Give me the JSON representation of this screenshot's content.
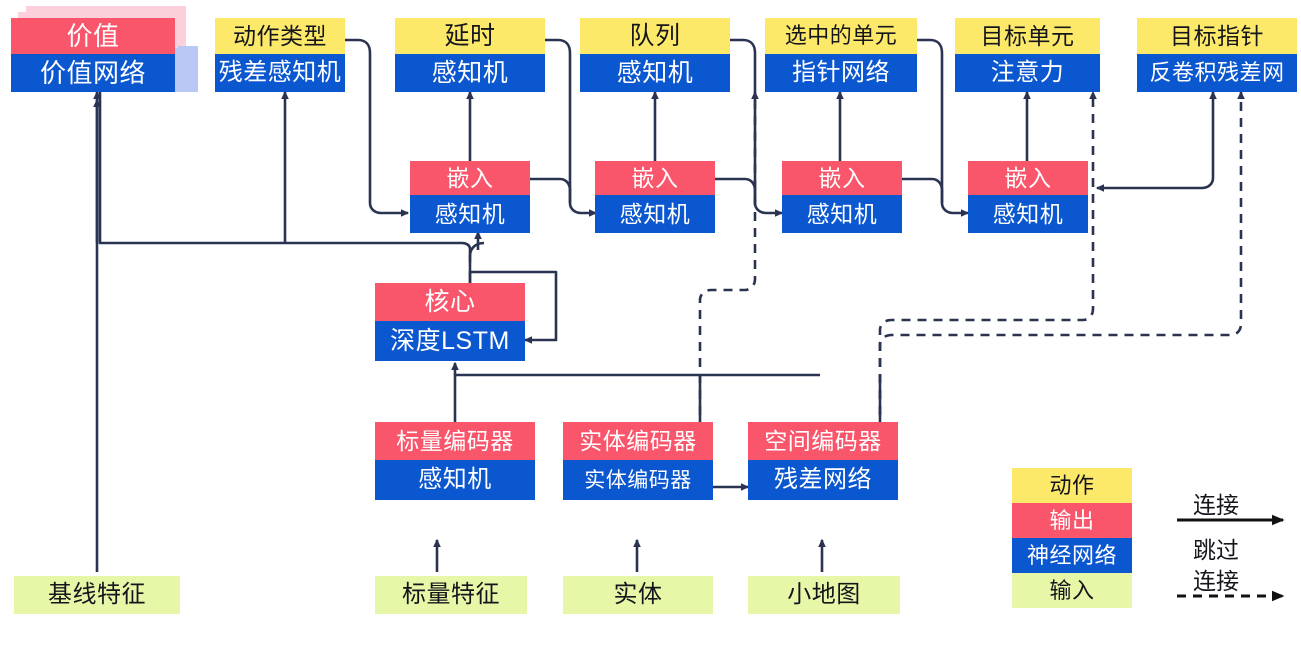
{
  "diagram": {
    "title": "AlphaStar-style agent architecture (Chinese labels)",
    "colors": {
      "action": "#fce96a",
      "output": "#f9556b",
      "neural_network": "#0b57d0",
      "input": "#e7f7a8",
      "wire": "#2b3352",
      "shadow_output": "#fbd0db",
      "shadow_network": "#b9c8f5"
    },
    "nodes": [
      {
        "id": "value",
        "top": "价值",
        "bottom": "价值网络",
        "top_kind": "output",
        "bottom_kind": "nn"
      },
      {
        "id": "action_type",
        "top": "动作类型",
        "bottom": "残差感知机",
        "top_kind": "action",
        "bottom_kind": "nn"
      },
      {
        "id": "delay",
        "top": "延时",
        "bottom": "感知机",
        "top_kind": "action",
        "bottom_kind": "nn"
      },
      {
        "id": "queued",
        "top": "队列",
        "bottom": "感知机",
        "top_kind": "action",
        "bottom_kind": "nn"
      },
      {
        "id": "selected_units",
        "top": "选中的单元",
        "bottom": "指针网络",
        "top_kind": "action",
        "bottom_kind": "nn"
      },
      {
        "id": "target_unit",
        "top": "目标单元",
        "bottom": "注意力",
        "top_kind": "action",
        "bottom_kind": "nn"
      },
      {
        "id": "target_point",
        "top": "目标指针",
        "bottom": "反卷积残差网",
        "top_kind": "action",
        "bottom_kind": "nn"
      },
      {
        "id": "embed_1",
        "top": "嵌入",
        "bottom": "感知机",
        "top_kind": "output",
        "bottom_kind": "nn"
      },
      {
        "id": "embed_2",
        "top": "嵌入",
        "bottom": "感知机",
        "top_kind": "output",
        "bottom_kind": "nn"
      },
      {
        "id": "embed_3",
        "top": "嵌入",
        "bottom": "感知机",
        "top_kind": "output",
        "bottom_kind": "nn"
      },
      {
        "id": "embed_4",
        "top": "嵌入",
        "bottom": "感知机",
        "top_kind": "output",
        "bottom_kind": "nn"
      },
      {
        "id": "core",
        "top": "核心",
        "bottom": "深度LSTM",
        "top_kind": "output",
        "bottom_kind": "nn"
      },
      {
        "id": "scalar_encoder",
        "top": "标量编码器",
        "bottom": "感知机",
        "top_kind": "output",
        "bottom_kind": "nn"
      },
      {
        "id": "entity_encoder",
        "top": "实体编码器",
        "bottom": "实体编码器",
        "top_kind": "output",
        "bottom_kind": "nn"
      },
      {
        "id": "spatial_encoder",
        "top": "空间编码器",
        "bottom": "残差网络",
        "top_kind": "output",
        "bottom_kind": "nn"
      }
    ],
    "inputs": [
      {
        "id": "baseline_features",
        "label": "基线特征"
      },
      {
        "id": "scalar_features",
        "label": "标量特征"
      },
      {
        "id": "entities",
        "label": "实体"
      },
      {
        "id": "minimap",
        "label": "小地图"
      }
    ],
    "legend": {
      "swatches": [
        {
          "id": "legend-action",
          "label": "动作",
          "kind": "action"
        },
        {
          "id": "legend-output",
          "label": "输出",
          "kind": "output"
        },
        {
          "id": "legend-nn",
          "label": "神经网络",
          "kind": "nn"
        },
        {
          "id": "legend-input",
          "label": "输入",
          "kind": "input"
        }
      ],
      "edges": [
        {
          "id": "legend-connection",
          "label": "连接",
          "style": "solid"
        },
        {
          "id": "legend-skip-connection",
          "label_line1": "跳过",
          "label_line2": "连接",
          "style": "dashed"
        }
      ]
    }
  }
}
